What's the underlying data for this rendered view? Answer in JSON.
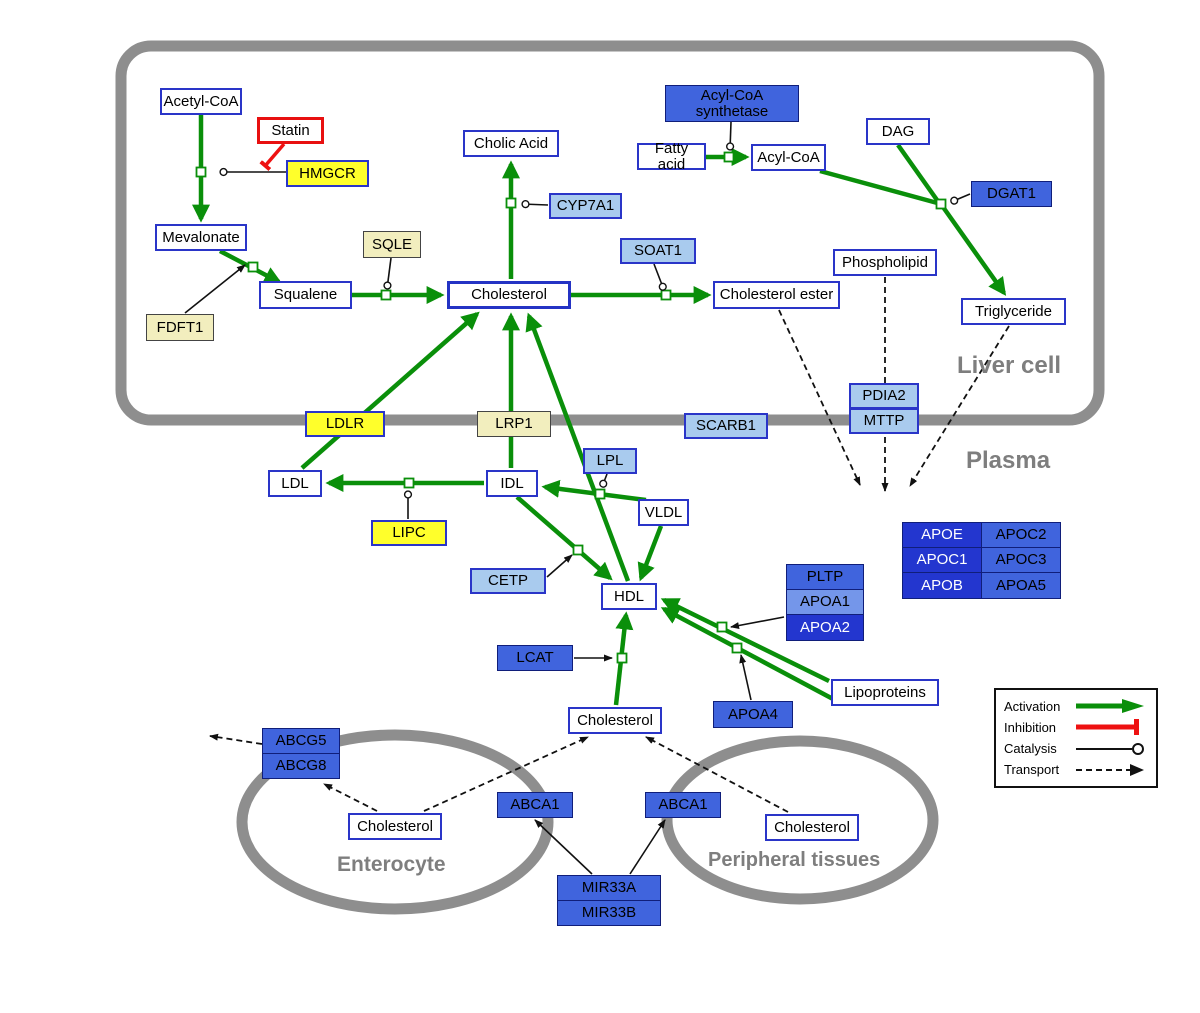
{
  "colors": {
    "activation": "#0a8f0a",
    "inhibition": "#ee1111",
    "catalysis": "#111111",
    "transport": "#111111",
    "node_border_blue": "#2a35c8",
    "box_blue": "#4064dd",
    "box_blue_dark": "#2336cf",
    "box_blue_light": "#a9cbee",
    "box_yellow": "#ffff2b",
    "box_pale_yellow": "#f2eebe",
    "compartment_gray": "#8e8e8e"
  },
  "compartments": {
    "liver": "Liver cell",
    "plasma": "Plasma",
    "enterocyte": "Enterocyte",
    "peripheral": "Peripheral tissues"
  },
  "labels": {
    "acetyl_coa": "Acetyl-CoA",
    "statin": "Statin",
    "hmgcr": "HMGCR",
    "mevalonate": "Mevalonate",
    "fdft1": "FDFT1",
    "squalene": "Squalene",
    "sqle": "SQLE",
    "cholesterol_liver": "Cholesterol",
    "cholic_acid": "Cholic Acid",
    "cyp7a1": "CYP7A1",
    "soat1": "SOAT1",
    "cholesterol_ester": "Cholesterol ester",
    "acyl_coa_synthetase": "Acyl-CoA synthetase",
    "fatty_acid": "Fatty acid",
    "acyl_coa": "Acyl-CoA",
    "dag": "DAG",
    "dgat1": "DGAT1",
    "phospholipid": "Phospholipid",
    "triglyceride": "Triglyceride",
    "pdia2": "PDIA2",
    "mttp": "MTTP",
    "ldlr": "LDLR",
    "lrp1": "LRP1",
    "scarb1": "SCARB1",
    "ldl": "LDL",
    "idl": "IDL",
    "lpl": "LPL",
    "vldl": "VLDL",
    "lipc": "LIPC",
    "cetp": "CETP",
    "hdl": "HDL",
    "pltp": "PLTP",
    "apoa1": "APOA1",
    "apoa2": "APOA2",
    "apoe": "APOE",
    "apoc2": "APOC2",
    "apoc1": "APOC1",
    "apoc3": "APOC3",
    "apob": "APOB",
    "apoa5": "APOA5",
    "lcat": "LCAT",
    "apoa4": "APOA4",
    "lipoproteins": "Lipoproteins",
    "cholesterol_plasma": "Cholesterol",
    "abcg5": "ABCG5",
    "abcg8": "ABCG8",
    "cholesterol_enterocyte": "Cholesterol",
    "abca1_enterocyte": "ABCA1",
    "abca1_peripheral": "ABCA1",
    "cholesterol_peripheral": "Cholesterol",
    "mir33a": "MIR33A",
    "mir33b": "MIR33B"
  },
  "legend": {
    "items": [
      {
        "label": "Activation"
      },
      {
        "label": "Inhibition"
      },
      {
        "label": "Catalysis"
      },
      {
        "label": "Transport"
      }
    ]
  }
}
